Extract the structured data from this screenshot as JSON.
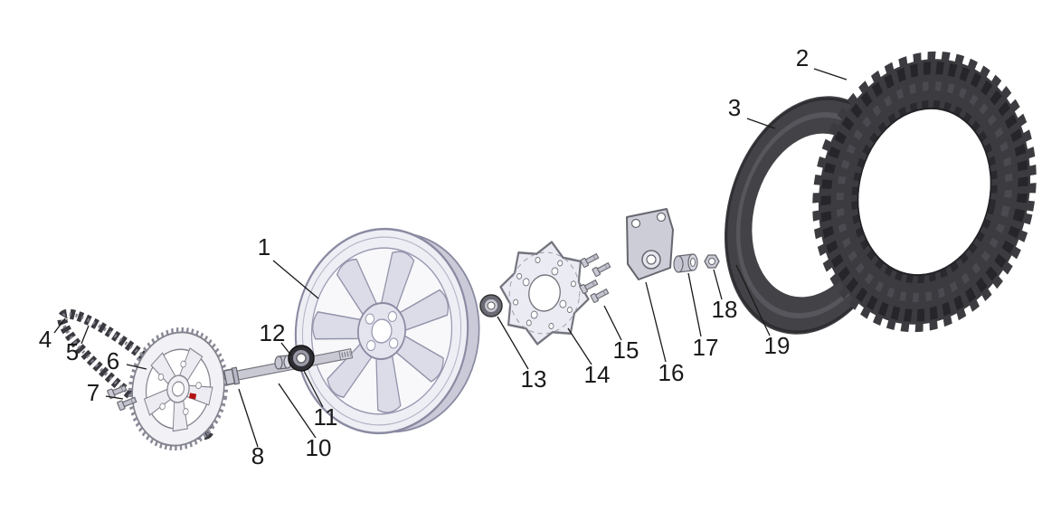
{
  "diagram": {
    "type": "exploded-parts-diagram"
  },
  "labels": {
    "l1": "1",
    "l2": "2",
    "l3": "3",
    "l4": "4",
    "l5": "5",
    "l6": "6",
    "l7": "7",
    "l8": "8",
    "l10": "10",
    "l11": "11",
    "l12": "12",
    "l13": "13",
    "l14": "14",
    "l15": "15",
    "l16": "16",
    "l17": "17",
    "l18": "18",
    "l19": "19"
  },
  "colors": {
    "background": "#ffffff",
    "label_text": "#1a1a1a",
    "line_art_stroke": "#8a8aa2",
    "metal_fill": "#ededf4",
    "rubber_dark": "#3a3a40",
    "sprocket_logo": "#b31212"
  }
}
